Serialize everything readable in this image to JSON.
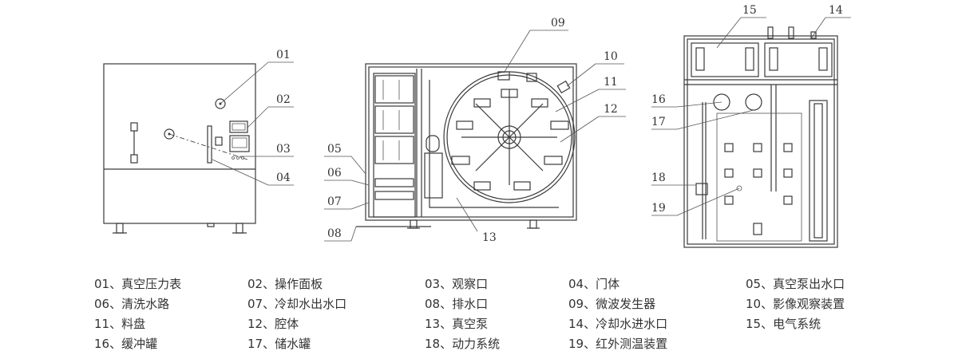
{
  "callouts": [
    "01",
    "02",
    "03",
    "04",
    "05",
    "06",
    "07",
    "08",
    "09",
    "10",
    "11",
    "12",
    "13",
    "14",
    "15",
    "16",
    "17",
    "18",
    "19"
  ],
  "legend": [
    [
      "01、真空压力表",
      "06、清洗水路",
      "11、料盘",
      "16、缓冲罐"
    ],
    [
      "02、操作面板",
      "07、冷却水出水口",
      "12、腔体",
      "17、储水罐"
    ],
    [
      "03、观察口",
      "08、排水口",
      "13、真空泵",
      "18、动力系统"
    ],
    [
      "04、门体",
      "09、微波发生器",
      "14、冷却水进水口",
      "19、红外测温装置"
    ],
    [
      "05、真空泵出水口",
      "10、影像观察装置",
      "15、电气系统"
    ]
  ]
}
